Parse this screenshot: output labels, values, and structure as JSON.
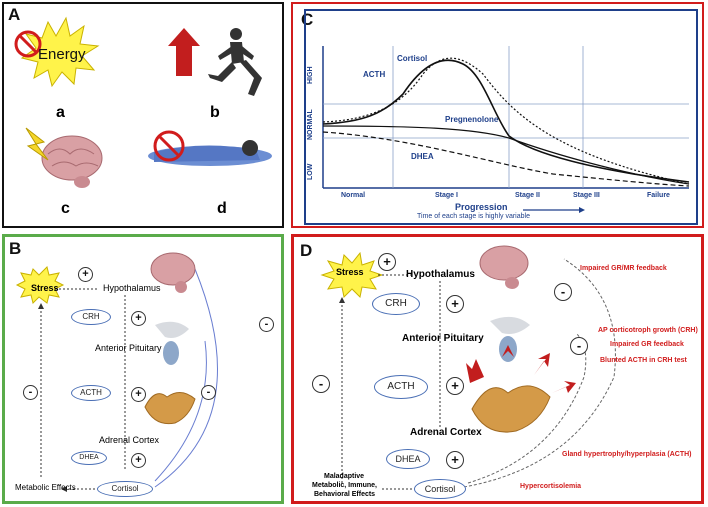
{
  "panel_a": {
    "letter": "A",
    "energy_label": "Energy",
    "sub_a": "a",
    "sub_b": "b",
    "sub_c": "c",
    "sub_d": "d"
  },
  "panel_b": {
    "letter": "B",
    "stress": "Stress",
    "plus": "+",
    "minus": "-",
    "hypothalamus": "Hypothalamus",
    "crh": "CRH",
    "anterior_pituitary": "Anterior Pituitary",
    "acth": "ACTH",
    "adrenal_cortex": "Adrenal Cortex",
    "dhea": "DHEA",
    "cortisol": "Cortisol",
    "metabolic_effects": "Metabolic Effects"
  },
  "panel_c": {
    "letter": "C",
    "y_high": "HIGH",
    "y_normal": "NORMAL",
    "y_low": "LOW",
    "acth": "ACTH",
    "cortisol": "Cortisol",
    "pregnenolone": "Pregnenolone",
    "dhea": "DHEA",
    "x_ticks": [
      "Normal",
      "Stage I",
      "Stage II",
      "Stage III",
      "Failure"
    ],
    "progression": "Progression",
    "note": "Time of each stage is highly variable"
  },
  "panel_d": {
    "letter": "D",
    "stress": "Stress",
    "plus": "+",
    "minus": "-",
    "hypothalamus": "Hypothalamus",
    "crh": "CRH",
    "anterior_pituitary": "Anterior Pituitary",
    "acth": "ACTH",
    "adrenal_cortex": "Adrenal Cortex",
    "dhea": "DHEA",
    "cortisol": "Cortisol",
    "maladaptive": "Maladaptive",
    "maladaptive2": "Metabolic, Immune,",
    "maladaptive3": "Behavioral Effects",
    "impaired_grmr": "Impaired GR/MR feedback",
    "ap_growth": "AP corticotroph growth (CRH)",
    "impaired_gr": "Impaired GR feedback",
    "blunted": "Blunted ACTH in CRH test",
    "gland": "Gland hypertrophy/hyperplasia (ACTH)",
    "hypercort": "Hypercortisolemia"
  }
}
